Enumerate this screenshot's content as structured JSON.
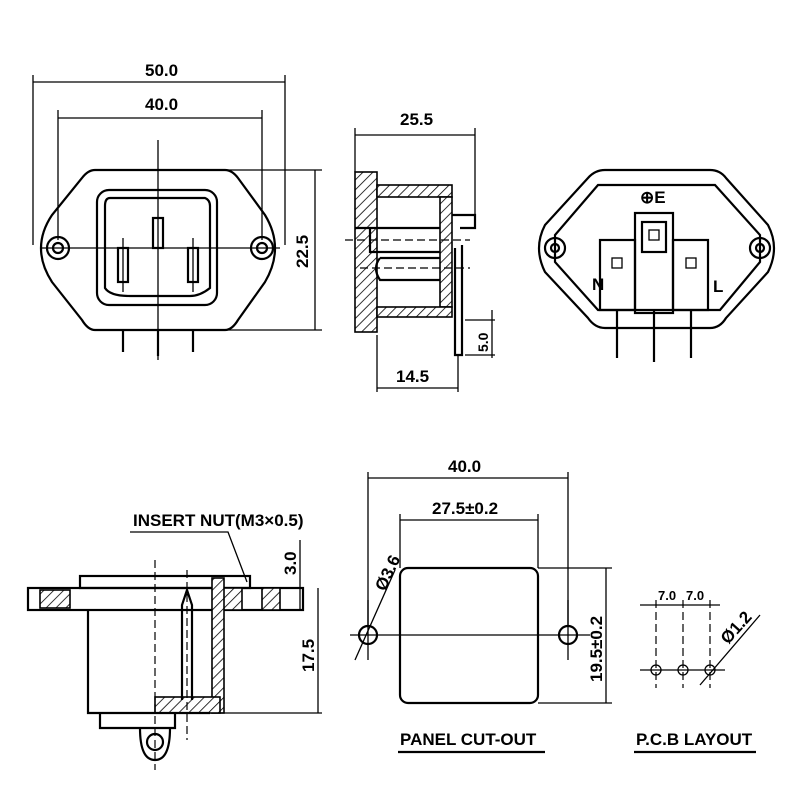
{
  "front_view": {
    "dim_overall_width": "50.0",
    "dim_hole_spacing": "40.0",
    "dim_height": "22.5"
  },
  "side_view": {
    "dim_depth": "25.5",
    "dim_pin_offset": "14.5",
    "dim_pin_length": "5.0"
  },
  "rear_view": {
    "earth_label": "⊕E",
    "neutral_label": "N",
    "live_label": "L"
  },
  "section_view": {
    "insert_nut_label": "INSERT NUT(M3×0.5)",
    "dim_flange": "3.0",
    "dim_body_depth": "17.5"
  },
  "panel_cutout": {
    "title": "PANEL CUT-OUT",
    "dim_width_total": "40.0",
    "dim_cutout_width": "27.5±0.2",
    "dim_cutout_height": "19.5±0.2",
    "dim_hole_dia": "Ø3.6"
  },
  "pcb_layout": {
    "title": "P.C.B LAYOUT",
    "dim_pitch_1": "7.0",
    "dim_pitch_2": "7.0",
    "dim_hole_dia": "Ø1.2"
  }
}
